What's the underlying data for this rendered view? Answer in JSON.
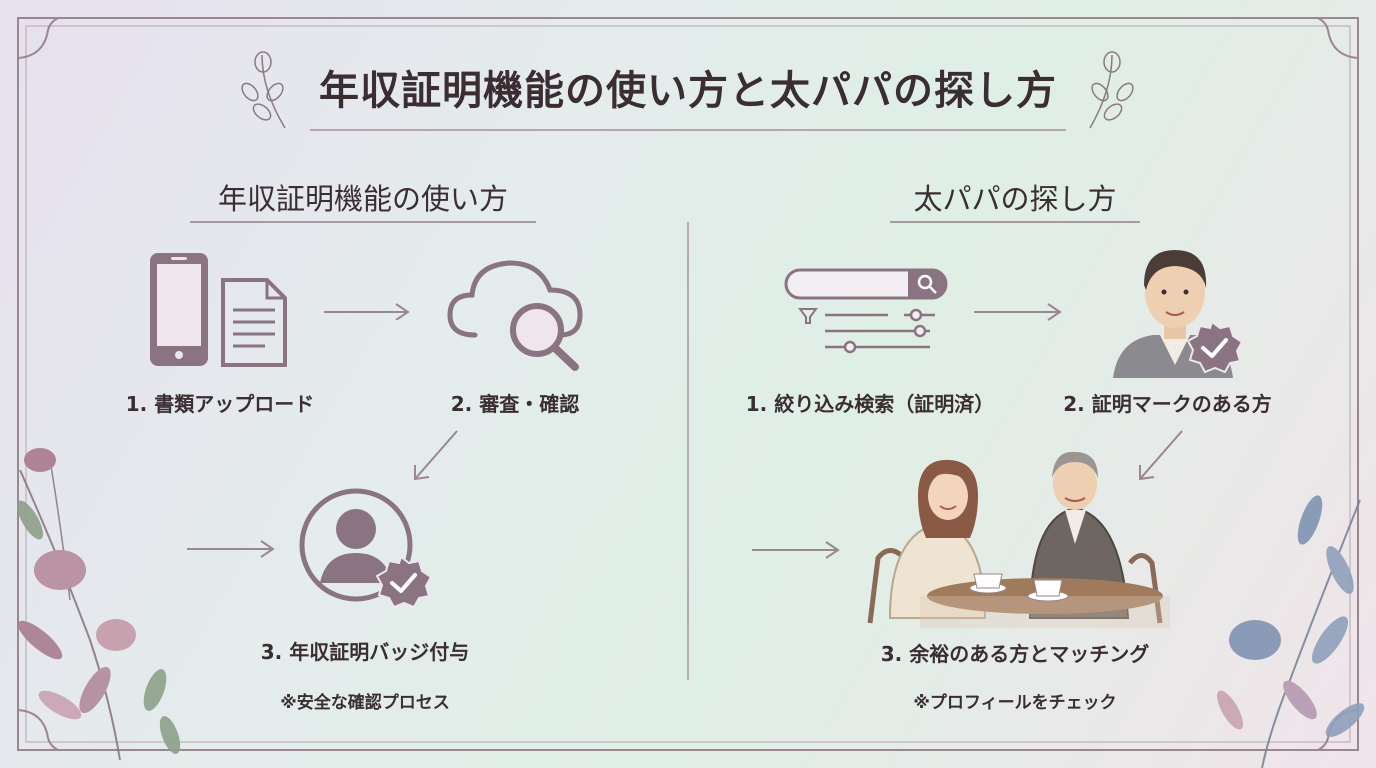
{
  "title": "年収証明機能の使い方と太パパの探し方",
  "left": {
    "heading": "年収証明機能の使い方",
    "step1": "1. 書類アップロード",
    "step2": "2. 審査・確認",
    "step3": "3. 年収証明バッジ付与",
    "note": "※安全な確認プロセス"
  },
  "right": {
    "heading": "太パパの探し方",
    "step1": "1. 絞り込み検索（証明済）",
    "step2": "2. 証明マークのある方",
    "step3": "3. 余裕のある方とマッチング",
    "note": "※プロフィールをチェック"
  },
  "colors": {
    "accent": "#8a7482",
    "text": "#3b2e33",
    "frame": "#9a8790"
  },
  "icons": [
    "phone-icon",
    "document-icon",
    "cloud-search-icon",
    "user-verified-icon",
    "search-bar-icon",
    "filter-icon",
    "man-portrait-icon",
    "check-badge-icon",
    "couple-cafe-illustration"
  ]
}
